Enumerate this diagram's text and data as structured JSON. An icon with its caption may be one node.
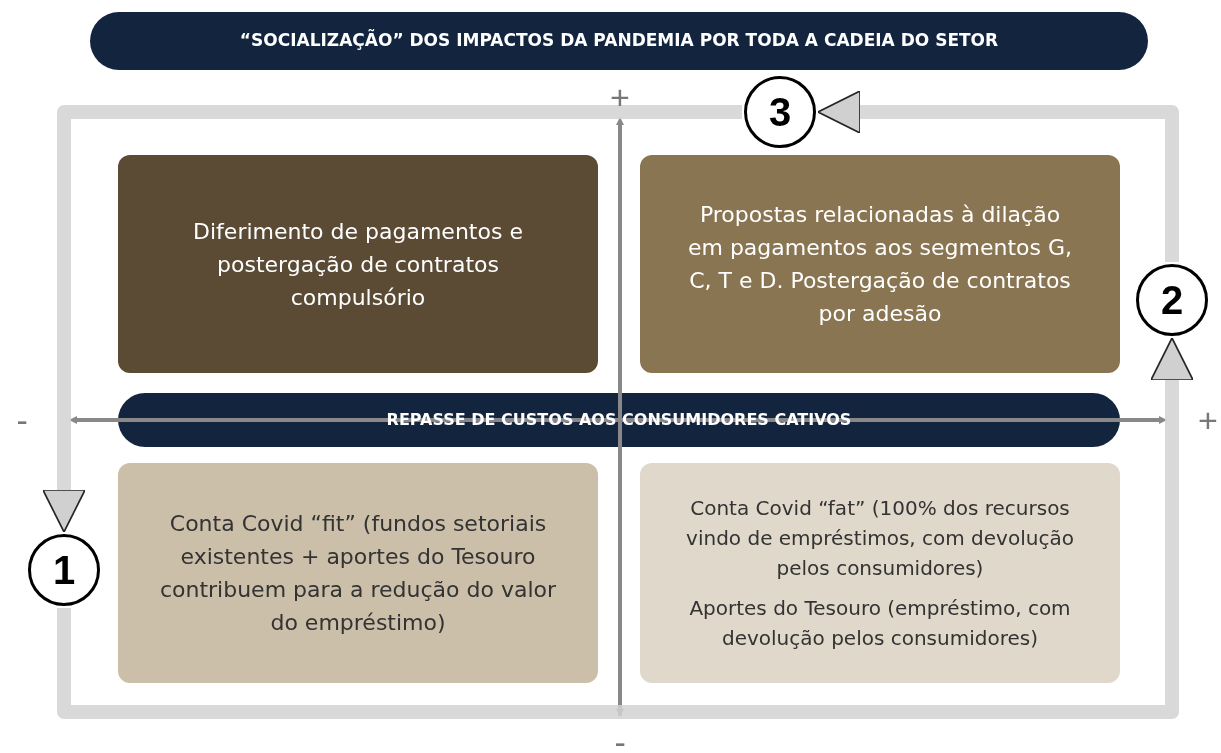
{
  "diagram": {
    "nodes": [
      {
        "text": [
          "“SOCIALIZAÇÃO” DOS IMPACTOS DA PANDEMIA POR TODA A CADEIA DO SETOR"
        ]
      },
      {
        "text": [
          "Diferimento de pagamentos e postergação de contratos compulsório"
        ]
      },
      {
        "text": [
          "Propostas relacionadas à dilação em pagamentos aos segmentos G, C, T e D. Postergação de contratos por adesão"
        ]
      },
      {
        "text": [
          "REPASSE DE CUSTOS AOS CONSUMIDORES CATIVOS"
        ]
      },
      {
        "text": [
          "Conta Covid “fit” (fundos setoriais existentes + aportes do Tesouro contribuem para a redução do valor do empréstimo)"
        ]
      },
      {
        "text": [
          "Conta Covid “fat” (100% dos recursos vindo de empréstimos, com devolução pelos consumidores)",
          "Aportes do Tesouro (empréstimo, com devolução pelos consumidores)"
        ]
      },
      {
        "text": [
          "3"
        ]
      },
      {
        "text": [
          "2"
        ]
      },
      {
        "text": [
          "1"
        ]
      }
    ],
    "edges": [
      {
        "from": 8,
        "to": 7,
        "arrow": "to"
      },
      {
        "from": 7,
        "to": 6,
        "arrow": "to"
      },
      {
        "from": 6,
        "to": 8,
        "arrow": "to"
      }
    ],
    "labels": [
      "+",
      "-",
      "+",
      "-"
    ]
  }
}
